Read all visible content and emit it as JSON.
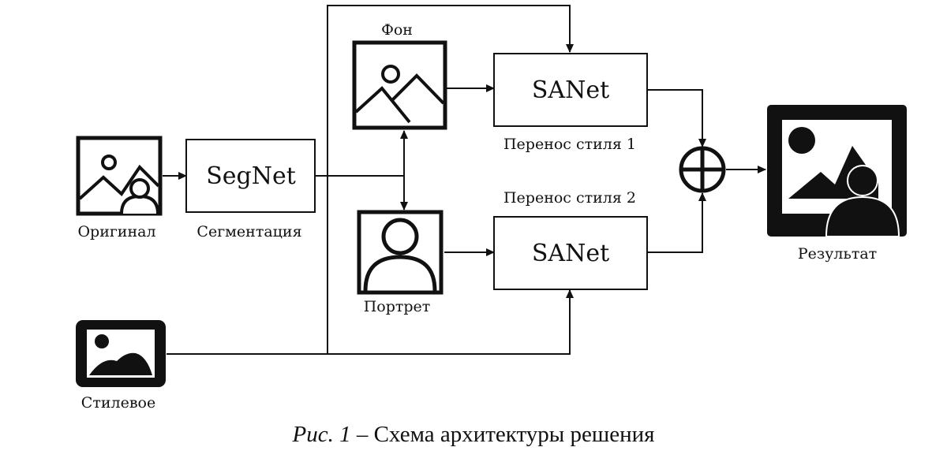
{
  "diagram": {
    "nodes": {
      "segnet": {
        "label": "SegNet",
        "caption": "Сегментация"
      },
      "sanet_top": {
        "label": "SANet",
        "caption": "Перенос стиля 1"
      },
      "sanet_bottom": {
        "label": "SANet",
        "caption": "Перенос стиля 2"
      }
    },
    "images": {
      "original": {
        "label": "Оригинал",
        "icon": "landscape-person-icon"
      },
      "background": {
        "label": "Фон",
        "icon": "landscape-icon"
      },
      "portrait": {
        "label": "Портрет",
        "icon": "person-icon"
      },
      "style": {
        "label": "Стилевое",
        "icon": "landscape-filled-icon"
      },
      "result": {
        "label": "Результат",
        "icon": "landscape-person-filled-icon"
      }
    },
    "combine": {
      "icon": "circled-plus-icon"
    }
  },
  "caption": {
    "prefix": "Рис. 1",
    "text": " – Схема архитектуры решения"
  }
}
